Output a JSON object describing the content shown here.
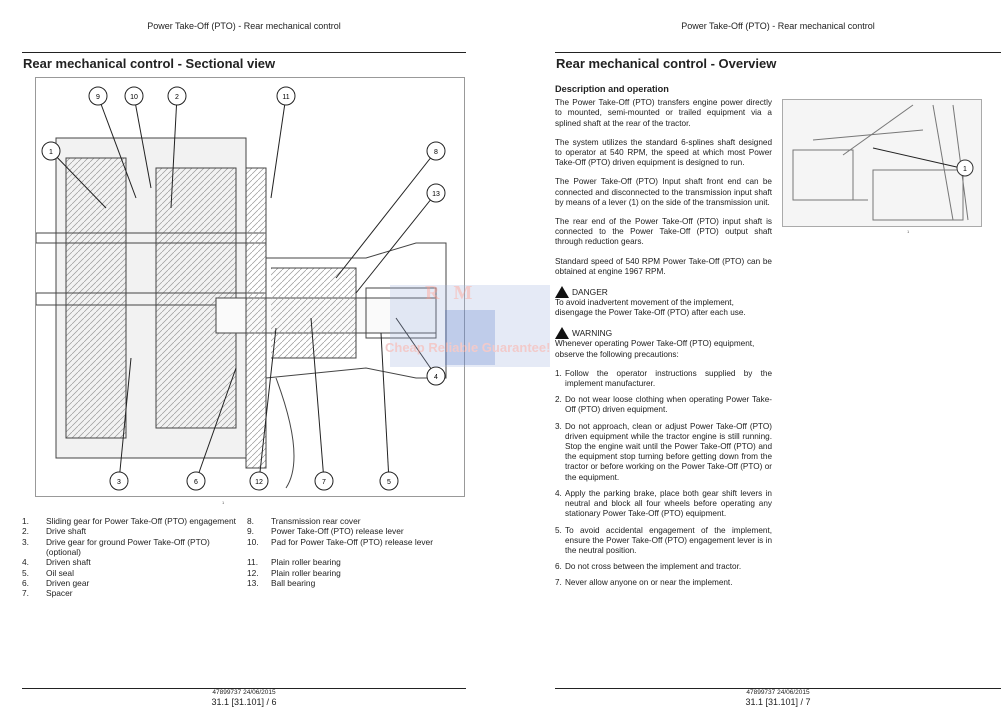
{
  "left_page": {
    "header": "Power Take-Off (PTO) - Rear mechanical control",
    "title": "Rear mechanical control - Sectional view",
    "figure": {
      "number": "1",
      "callouts": [
        "9",
        "10",
        "2",
        "11",
        "1",
        "8",
        "13",
        "4",
        "3",
        "6",
        "12",
        "7",
        "5"
      ]
    },
    "legend": [
      {
        "n": "1.",
        "t": "Sliding gear for Power Take-Off (PTO) engagement"
      },
      {
        "n": "2.",
        "t": "Drive shaft"
      },
      {
        "n": "3.",
        "t": "Drive gear for ground Power Take-Off (PTO) (optional)"
      },
      {
        "n": "4.",
        "t": "Driven shaft"
      },
      {
        "n": "5.",
        "t": "Oil seal"
      },
      {
        "n": "6.",
        "t": "Driven gear"
      },
      {
        "n": "7.",
        "t": "Spacer"
      },
      {
        "n": "8.",
        "t": "Transmission rear cover"
      },
      {
        "n": "9.",
        "t": "Power Take-Off (PTO) release lever"
      },
      {
        "n": "10.",
        "t": "Pad for Power Take-Off (PTO) release lever"
      },
      {
        "n": "11.",
        "t": "Plain roller bearing"
      },
      {
        "n": "12.",
        "t": "Plain roller bearing"
      },
      {
        "n": "13.",
        "t": "Ball bearing"
      }
    ],
    "footer": {
      "doc": "47899737 24/06/2015",
      "page": "31.1 [31.101] / 6"
    }
  },
  "right_page": {
    "header": "Power Take-Off (PTO) - Rear mechanical control",
    "title": "Rear mechanical control - Overview",
    "subtitle": "Description and operation",
    "paragraphs": [
      "The Power Take-Off (PTO) transfers engine power directly to mounted, semi-mounted or trailed equipment via a splined shaft at the rear of the tractor.",
      "The system utilizes the standard 6-splines shaft designed to operator at 540 RPM, the speed at which most Power Take-Off (PTO) driven equipment is designed to run.",
      "The Power Take-Off (PTO) Input shaft front end can be connected and disconnected to the transmission input shaft by means of a lever (1) on the side of the transmission unit.",
      "The rear end of the Power Take-Off (PTO) input shaft is connected to the Power Take-Off (PTO) output shaft through reduction gears.",
      "Standard speed of 540 RPM Power Take-Off (PTO) can be obtained at engine 1967 RPM."
    ],
    "danger": {
      "label": "DANGER",
      "text": "To avoid inadvertent movement of the implement, disengage the Power Take-Off (PTO) after each use."
    },
    "warning": {
      "label": "WARNING",
      "text": "Whenever operating Power Take-Off (PTO) equipment, observe the following precautions:"
    },
    "precautions": [
      "Follow the operator instructions supplied by the implement manufacturer.",
      "Do not wear loose clothing when operating Power Take-Off (PTO) driven equipment.",
      "Do not approach, clean or adjust Power Take-Off (PTO) driven equipment while the tractor engine is still running. Stop the engine wait until the Power Take-Off (PTO) and the equipment stop turning before getting down from the tractor or before working on the Power Take-Off (PTO) or the equipment.",
      "Apply the parking brake, place both gear shift levers in neutral and block all four wheels before operating any stationary Power Take-Off (PTO) equipment.",
      "To avoid accidental engagement of the implement, ensure the Power Take-Off (PTO) engagement lever is in the neutral position.",
      "Do not cross between the implement and tractor.",
      "Never allow anyone on or near the implement."
    ],
    "figure": {
      "number": "1",
      "callout": "1"
    },
    "footer": {
      "doc": "47899737 24/06/2015",
      "page": "31.1 [31.101] / 7"
    }
  },
  "watermark": {
    "logo": "RM",
    "tagline": "Cheap Reliable Guarantee!",
    "color": "#e8a0a0"
  }
}
